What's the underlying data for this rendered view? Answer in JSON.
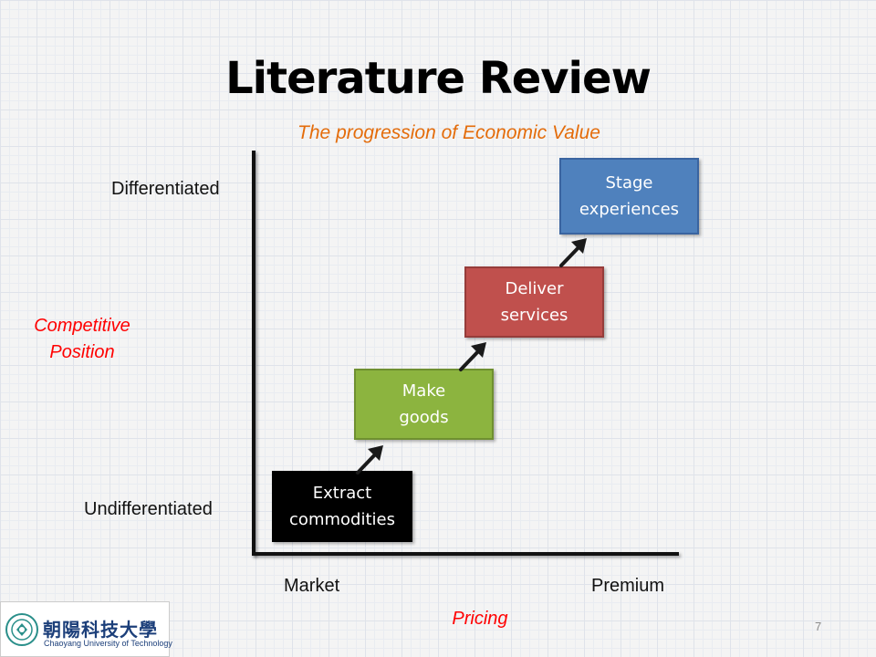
{
  "slide": {
    "title": "Literature Review",
    "subtitle": "The progression of Economic Value",
    "page_number": "7"
  },
  "axes": {
    "y_title_line1": "Competitive",
    "y_title_line2": "Position",
    "y_top": "Differentiated",
    "y_bottom": "Undifferentiated",
    "x_title": "Pricing",
    "x_left": "Market",
    "x_right": "Premium"
  },
  "stages": [
    {
      "line1": "Extract",
      "line2": "commodities",
      "color": "#000000"
    },
    {
      "line1": "Make",
      "line2": "goods",
      "color": "#8cb43f"
    },
    {
      "line1": "Deliver",
      "line2": "services",
      "color": "#c0504d"
    },
    {
      "line1": "Stage",
      "line2": "experiences",
      "color": "#4f81bd"
    }
  ],
  "logo": {
    "chinese_name": "朝陽科技大學",
    "english_name": "Chaoyang University of Technology"
  },
  "colors": {
    "subtitle": "#e46c0a",
    "axis_titles": "#ff0000",
    "arrows": "#1a1a1a"
  }
}
